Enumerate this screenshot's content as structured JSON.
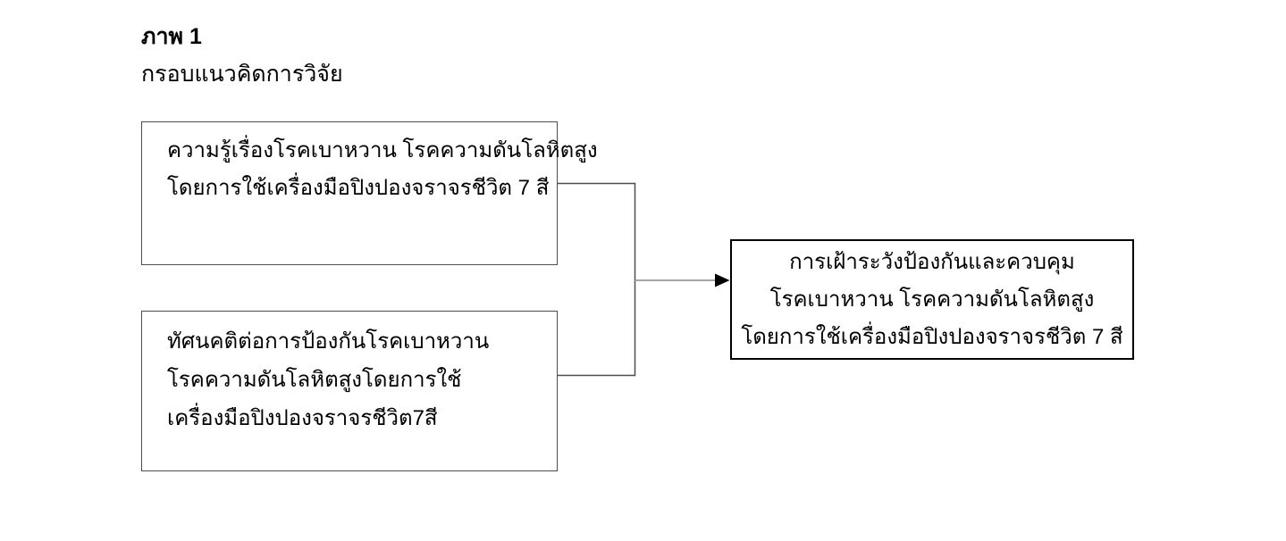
{
  "figure": {
    "label": "ภาพ 1",
    "title": "กรอบแนวคิดการวิจัย"
  },
  "diagram": {
    "independent_boxes": [
      {
        "id": "knowledge",
        "lines": [
          "ความรู้เรื่องโรคเบาหวาน โรคความดันโลหิตสูง",
          "โดยการใช้เครื่องมือปิงปองจราจรชีวิต 7 สี"
        ]
      },
      {
        "id": "attitude",
        "lines": [
          "ทัศนคติต่อการป้องกันโรคเบาหวาน",
          "โรคความดันโลหิตสูงโดยการใช้",
          "เครื่องมือปิงปองจราจรชีวิต7สี"
        ]
      }
    ],
    "outcome_box": {
      "id": "outcome",
      "lines": [
        "การเฝ้าระวังป้องกันและควบคุม",
        "โรคเบาหวาน โรคความดันโลหิตสูง",
        "โดยการใช้เครื่องมือปิงปองจราจรชีวิต 7 สี"
      ]
    },
    "colors": {
      "page_background": "#ffffff",
      "box_border": "#4d4d4d",
      "outcome_border": "#000000",
      "bracket_line": "#4d4d4d",
      "arrow_shaft": "#a6a6a6",
      "arrowhead": "#000000",
      "text": "#000000"
    }
  }
}
